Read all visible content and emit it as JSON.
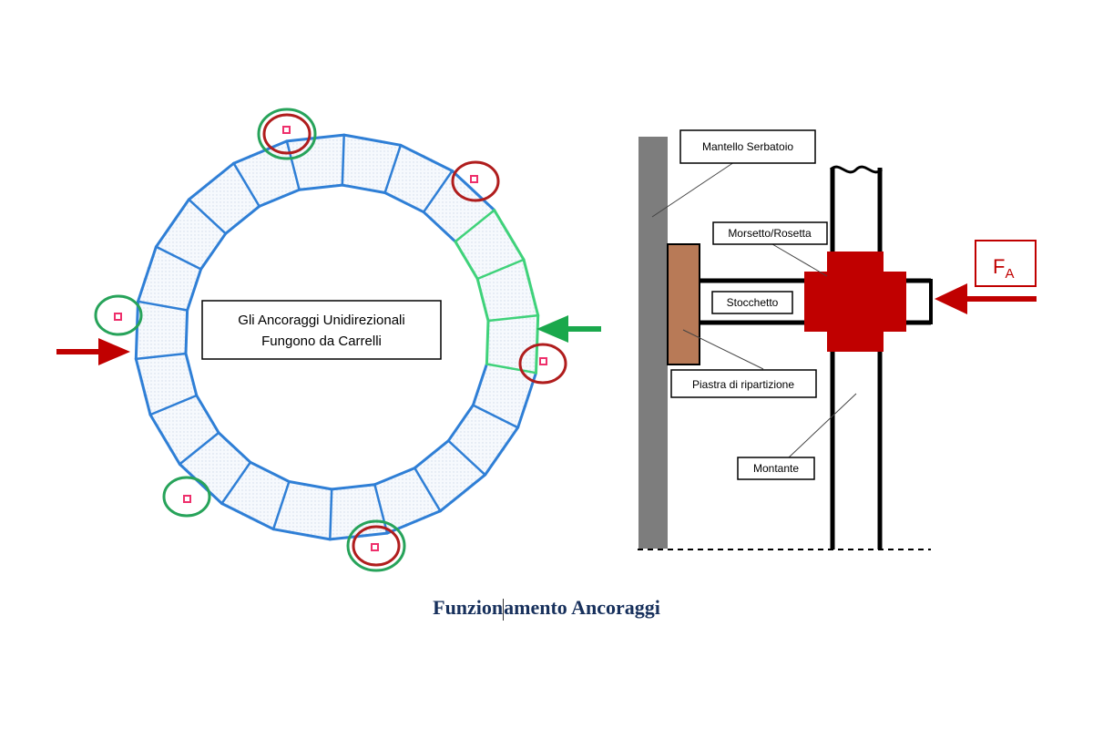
{
  "colors": {
    "ring_stroke": "#2f7fd6",
    "ring_highlight": "#3fd27a",
    "anchor_red": "#b01d1d",
    "anchor_green": "#27a35a",
    "anchor_square": "#ee2f6b",
    "force_red": "#c00000",
    "force_green": "#1aa84c",
    "wall_grey": "#7d7d7d",
    "plate_brown": "#b87a57",
    "caption_blue": "#17305c"
  },
  "left_diagram": {
    "label_line1": "Gli Ancoraggi Unidirezionali",
    "label_line2": "Fungono da Carrelli"
  },
  "right_diagram": {
    "labels": {
      "shell": "Mantello Serbatoio",
      "clamp": "Morsetto/Rosetta",
      "stub": "Stocchetto",
      "plate": "Piastra di ripartizione",
      "upright": "Montante"
    },
    "force": {
      "letter": "F",
      "subscript": "A"
    }
  },
  "caption": {
    "before_cursor": "Funzion",
    "after_cursor": "amento Ancoraggi"
  }
}
